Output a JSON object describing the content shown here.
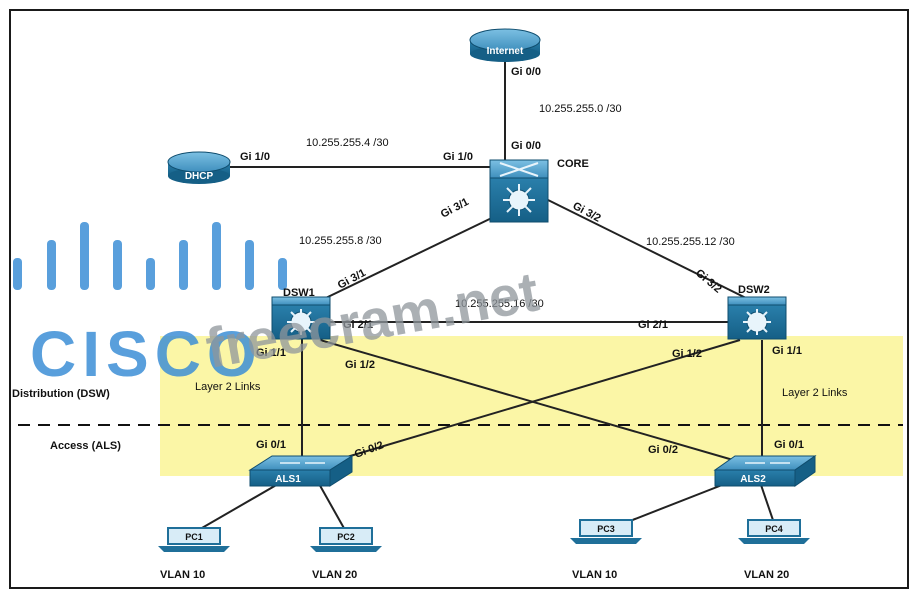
{
  "zones": {
    "distribution_label": "Distribution (DSW)",
    "access_label": "Access (ALS)",
    "layer2_left": "Layer 2 Links",
    "layer2_right": "Layer 2 Links",
    "highlight_color": "#fbf6a6"
  },
  "devices": {
    "internet": "Internet",
    "dhcp": "DHCP",
    "core": "CORE",
    "dsw1": "DSW1",
    "dsw2": "DSW2",
    "als1": "ALS1",
    "als2": "ALS2",
    "pc1": "PC1",
    "pc2": "PC2",
    "pc3": "PC3",
    "pc4": "PC4"
  },
  "subnets": {
    "internet_core": "10.255.255.0 /30",
    "dhcp_core": "10.255.255.4 /30",
    "core_dsw1": "10.255.255.8 /30",
    "core_dsw2": "10.255.255.12 /30",
    "dsw1_dsw2": "10.255.255.16 /30"
  },
  "interfaces": {
    "internet_gi00": "Gi 0/0",
    "core_gi00": "Gi 0/0",
    "dhcp_gi10": "Gi 1/0",
    "core_gi10": "Gi 1/0",
    "core_gi31": "Gi 3/1",
    "core_gi32": "Gi 3/2",
    "dsw1_gi31": "Gi 3/1",
    "dsw2_gi32": "Gi 3/2",
    "dsw1_gi21": "Gi 2/1",
    "dsw2_gi21": "Gi 2/1",
    "dsw1_gi11": "Gi 1/1",
    "dsw1_gi12": "Gi 1/2",
    "dsw2_gi12": "Gi 1/2",
    "dsw2_gi11": "Gi 1/1",
    "als1_gi01": "Gi 0/1",
    "als1_gi02": "Gi 0/2",
    "als2_gi02": "Gi 0/2",
    "als2_gi01": "Gi 0/1"
  },
  "vlans": {
    "pc1": "VLAN 10",
    "pc2": "VLAN 20",
    "pc3": "VLAN 10",
    "pc4": "VLAN 20"
  },
  "watermark": {
    "cisco": "CISCO",
    "site": "freecram.net",
    "cisco_color": "#3d8fd6",
    "site_color": "#9aa0a6"
  },
  "colors": {
    "device_body": "#1f6f99",
    "device_top": "#5fa8cf",
    "link": "#222222"
  }
}
